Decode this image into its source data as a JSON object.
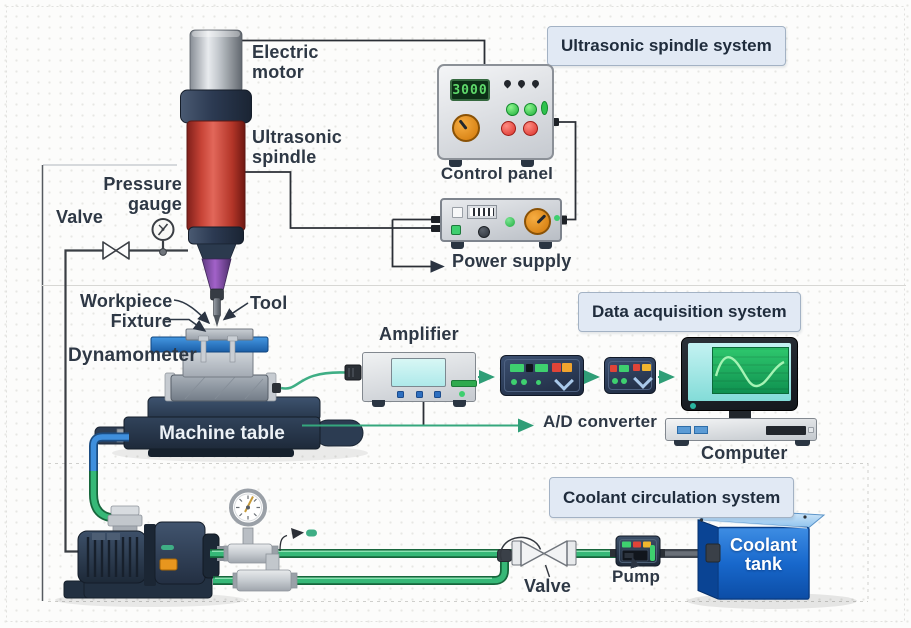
{
  "sections": {
    "ultrasonic_title": "Ultrasonic spindle system",
    "daq_title": "Data acquisition system",
    "coolant_title": "Coolant circulation system"
  },
  "spindle": {
    "electric_motor_label": "Electric\nmotor",
    "ultrasonic_spindle_label": "Ultrasonic\nspindle",
    "pressure_gauge_label": "Pressure\ngauge",
    "valve_label": "Valve"
  },
  "control_panel": {
    "label": "Control panel",
    "display_value": "3000"
  },
  "power_supply": {
    "label": "Power supply"
  },
  "machine": {
    "workpiece_fixture_label": "Workpiece\nFixture",
    "tool_label": "Tool",
    "dynamometer_label": "Dynamometer",
    "machine_table_label": "Machine table"
  },
  "daq": {
    "amplifier_label": "Amplifier",
    "ad_converter_label": "A/D converter",
    "computer_label": "Computer"
  },
  "coolant": {
    "valve_label": "Valve",
    "pump_label": "Pump",
    "tank_label": "Coolant\ntank"
  },
  "colors": {
    "spindle_red": "#c84437",
    "spindle_purple": "#a262c9",
    "collar_navy": "#2c3a52",
    "pipe_green": "#36b877",
    "pipe_blue": "#3f8fdd",
    "signal_green": "#2f9e77",
    "tank_blue": "#1868cc",
    "section_box_bg": "#e1e9f4",
    "display_green": "#5fd96b",
    "knob_orange": "#e8961e"
  }
}
